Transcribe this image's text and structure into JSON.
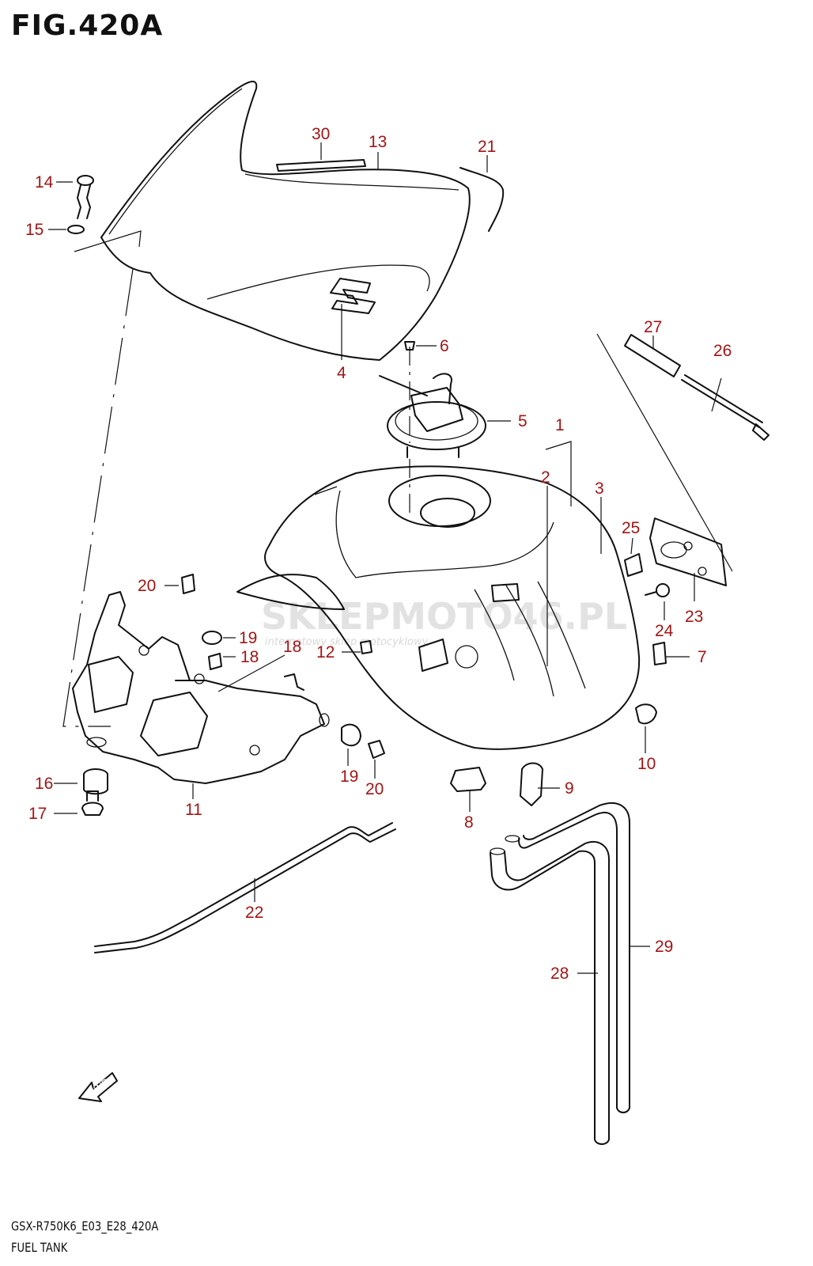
{
  "figure": {
    "title": "FIG.420A",
    "model_code": "GSX-R750K6_E03_E28_420A",
    "name": "FUEL TANK"
  },
  "watermark": {
    "main": "SKLEPMOTO46.PL",
    "sub": "internetowy sklep motocyklowy"
  },
  "fwd_label": "FWD",
  "callouts": {
    "c1": "1",
    "c2": "2",
    "c3": "3",
    "c4": "4",
    "c5": "5",
    "c6": "6",
    "c7": "7",
    "c8": "8",
    "c9": "9",
    "c10": "10",
    "c11": "11",
    "c12": "12",
    "c13": "13",
    "c14": "14",
    "c15": "15",
    "c16": "16",
    "c17": "17",
    "c18a": "18",
    "c18b": "18",
    "c19a": "19",
    "c19b": "19",
    "c20a": "20",
    "c20b": "20",
    "c21": "21",
    "c22": "22",
    "c23": "23",
    "c24": "24",
    "c25": "25",
    "c26": "26",
    "c27": "27",
    "c28": "28",
    "c29": "29",
    "c30": "30"
  },
  "colors": {
    "callout": "#a31515",
    "linework": "#111111"
  }
}
